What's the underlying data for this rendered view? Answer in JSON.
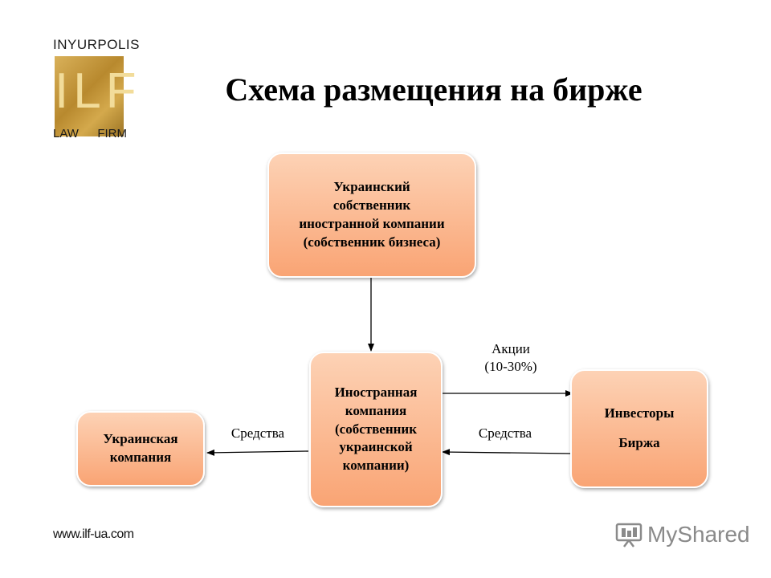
{
  "logo": {
    "top": "INYURPOLIS",
    "mid": "ILF",
    "bottom_left": "LAW",
    "bottom_right": "FIRM"
  },
  "title": "Схема размещения на бирже",
  "nodes": {
    "owner": [
      "Украинский",
      "собственник",
      "иностранной компании",
      "(собственник бизнеса)"
    ],
    "foreign": [
      "Иностранная",
      "компания",
      "(собственник",
      "украинской",
      "компании)"
    ],
    "ukrainian": [
      "Украинская",
      "компания"
    ],
    "investors": [
      "Инвесторы",
      "Биржа"
    ]
  },
  "edge_labels": {
    "shares_line1": "Акции",
    "shares_line2": "(10-30%)",
    "funds_left": "Средства",
    "funds_right": "Средства"
  },
  "footer": {
    "url": "www.ilf-ua.com",
    "brand": "MyShared"
  },
  "colors": {
    "box_top": "#fdd2b5",
    "box_bottom": "#f9a474",
    "logo_gold": "#c89a3e"
  }
}
